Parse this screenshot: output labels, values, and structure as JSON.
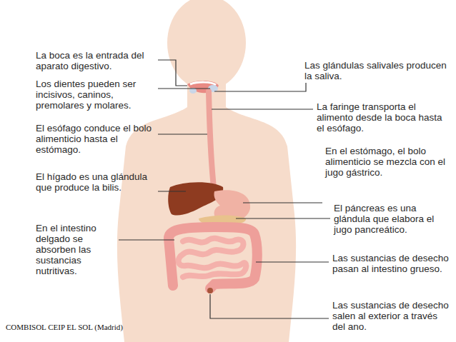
{
  "diagram": {
    "labels": [
      "La boca es la entrada del aparato digestivo.",
      "Los dientes pueden ser incisivos, caninos, premolares y molares.",
      "El esófago conduce el bolo alimenticio hasta el estómago.",
      "El hígado es una glándula que produce la bilis.",
      "En el intestino delgado se absorben las sustancias nutritivas.",
      "Las glándulas salivales producen la saliva.",
      "La faringe transporta el alimento desde la boca hasta el esófago.",
      "En el estómago, el bolo alimenticio se mezcla con el jugo gástrico.",
      "El páncreas es una glándula que elabora el jugo pancreático.",
      "Las sustancias de desecho pasan al intestino grueso.",
      "Las sustancias de desecho salen al exterior a través del ano.",
      "COMBISOL CEIP EL SOL (Madrid)"
    ]
  }
}
